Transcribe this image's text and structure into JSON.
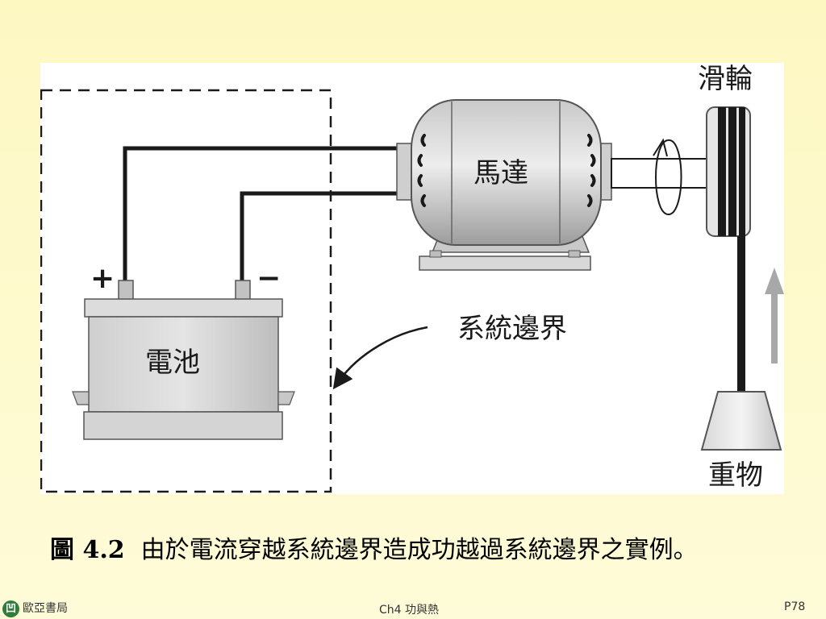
{
  "diagram": {
    "labels": {
      "pulley": "滑輪",
      "motor": "馬達",
      "battery": "電池",
      "system_boundary": "系統邊界",
      "weight": "重物",
      "plus": "+",
      "minus": "−"
    }
  },
  "caption": {
    "figure_number": "圖 4.2",
    "text": "由於電流穿越系統邊界造成功越過系統邊界之實例。"
  },
  "footer": {
    "publisher": "歐亞書局",
    "logo_glyph": "凹",
    "chapter": "Ch4 功與熱",
    "page": "P78"
  }
}
